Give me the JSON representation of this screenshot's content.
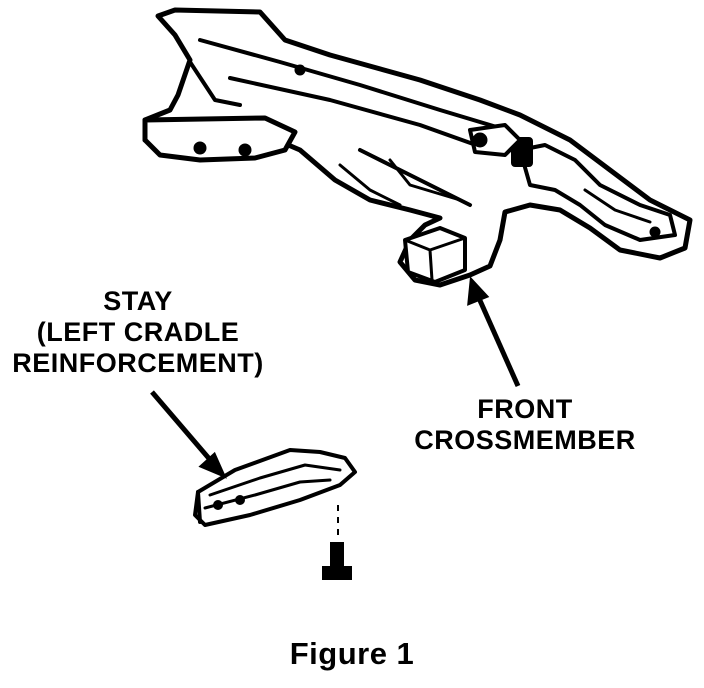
{
  "labels": {
    "stay_line1": "STAY",
    "stay_line2": "(LEFT CRADLE",
    "stay_line3": "REINFORCEMENT)",
    "crossmember_line1": "FRONT",
    "crossmember_line2": "CROSSMEMBER"
  },
  "caption": "Figure 1",
  "colors": {
    "ink": "#000000",
    "paper": "#ffffff"
  }
}
